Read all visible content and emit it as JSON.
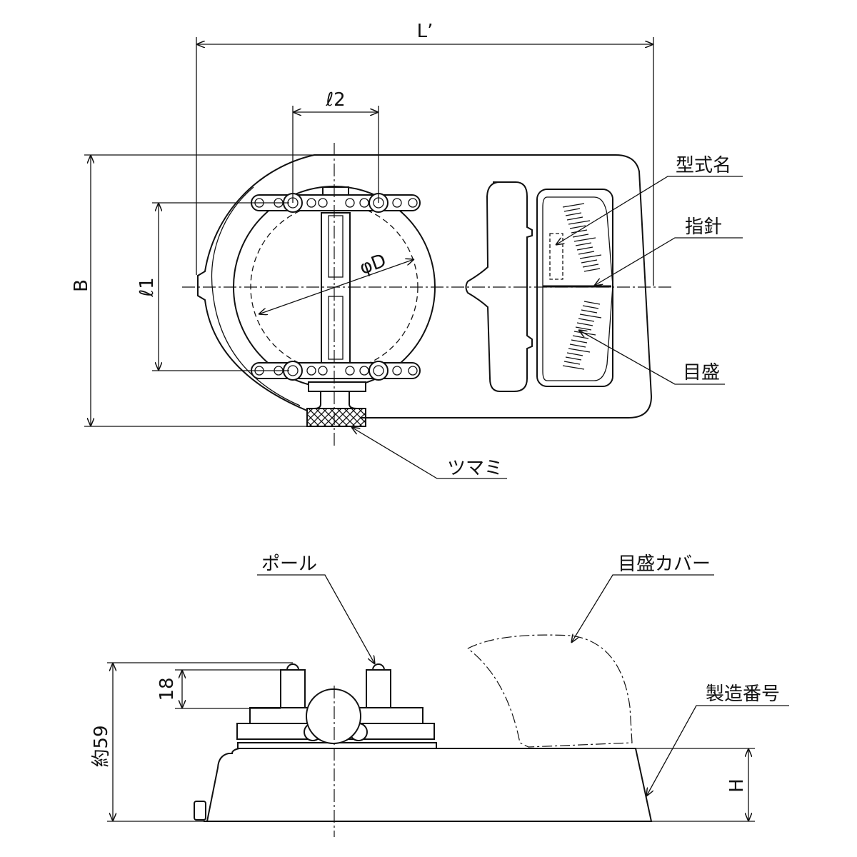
{
  "top_view": {
    "dim_L": "L’",
    "dim_l2": "ℓ2",
    "dim_B": "B",
    "dim_l1": "ℓ1",
    "dim_D": "φD",
    "label_model": "型式名",
    "label_pointer": "指針",
    "label_scale": "目盛",
    "label_knob": "ツマミ"
  },
  "side_view": {
    "label_pole": "ポール",
    "label_scale_cover": "目盛カバー",
    "label_serial": "製造番号",
    "dim_18": "18",
    "dim_59": "約59",
    "dim_H": "H"
  }
}
